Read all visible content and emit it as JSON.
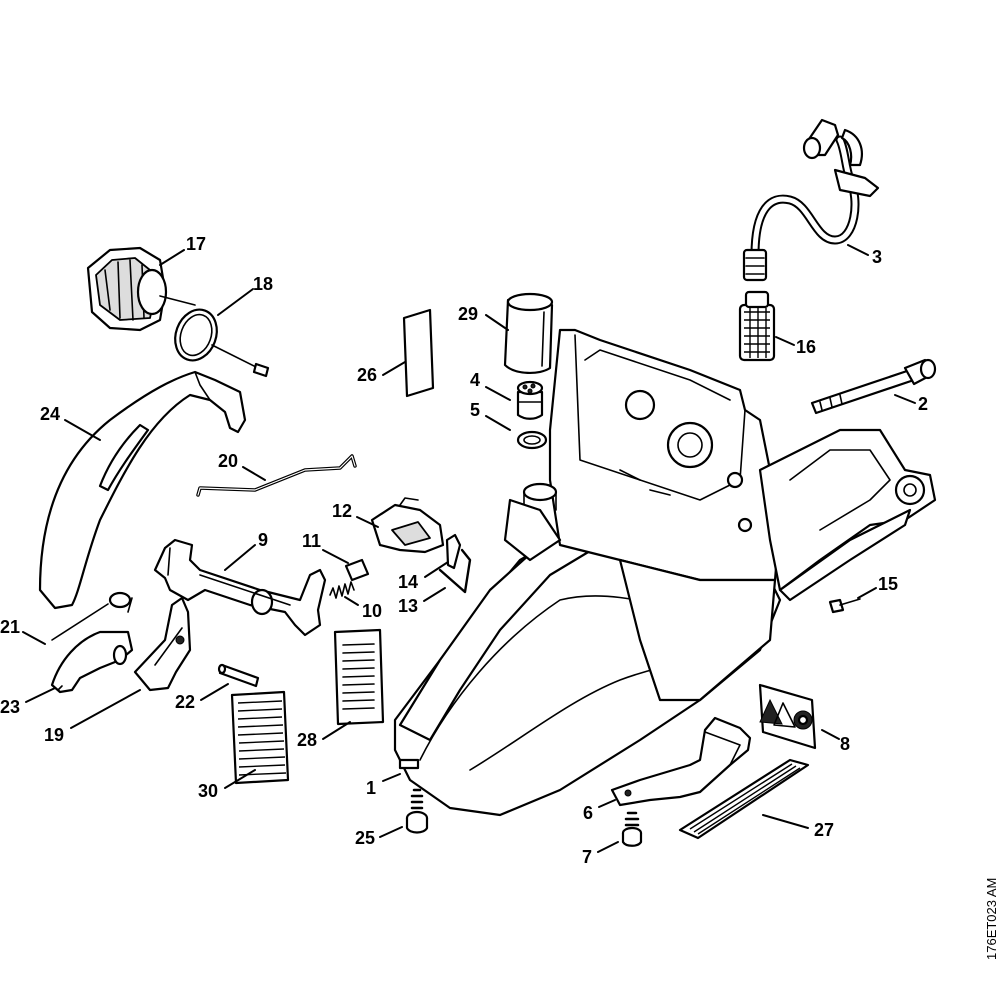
{
  "callouts": {
    "p1": "1",
    "p2": "2",
    "p3": "3",
    "p4": "4",
    "p5": "5",
    "p6": "6",
    "p7": "7",
    "p8": "8",
    "p9": "9",
    "p10": "10",
    "p11": "11",
    "p12": "12",
    "p13": "13",
    "p14": "14",
    "p15": "15",
    "p16": "16",
    "p17": "17",
    "p18": "18",
    "p19": "19",
    "p20": "20",
    "p21": "21",
    "p22": "22",
    "p23": "23",
    "p24": "24",
    "p25": "25",
    "p26": "26",
    "p27": "27",
    "p28": "28",
    "p29": "29",
    "p30": "30"
  },
  "drawing_code": "176ET023 AM"
}
